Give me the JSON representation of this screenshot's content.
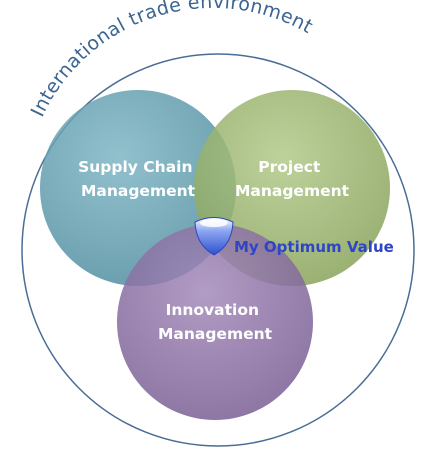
{
  "diagram": {
    "outer_label": "International trade environment",
    "circles": [
      {
        "id": "supply-chain",
        "lines": [
          "Supply Chain",
          "Management"
        ],
        "color": "#5f9fb0"
      },
      {
        "id": "project",
        "lines": [
          "Project",
          "Management"
        ],
        "color": "#98b36a"
      },
      {
        "id": "innovation",
        "lines": [
          "Innovation",
          "Management"
        ],
        "color": "#8a6fa3"
      }
    ],
    "optimum_label": "My Optimum Value",
    "colors": {
      "outer_ring": "#4a6d95",
      "arc_text": "#3b6592",
      "circle_text": "#ffffff",
      "optimum_text": "#2f45c6",
      "optimum_marker": "#3d5fd6"
    }
  }
}
